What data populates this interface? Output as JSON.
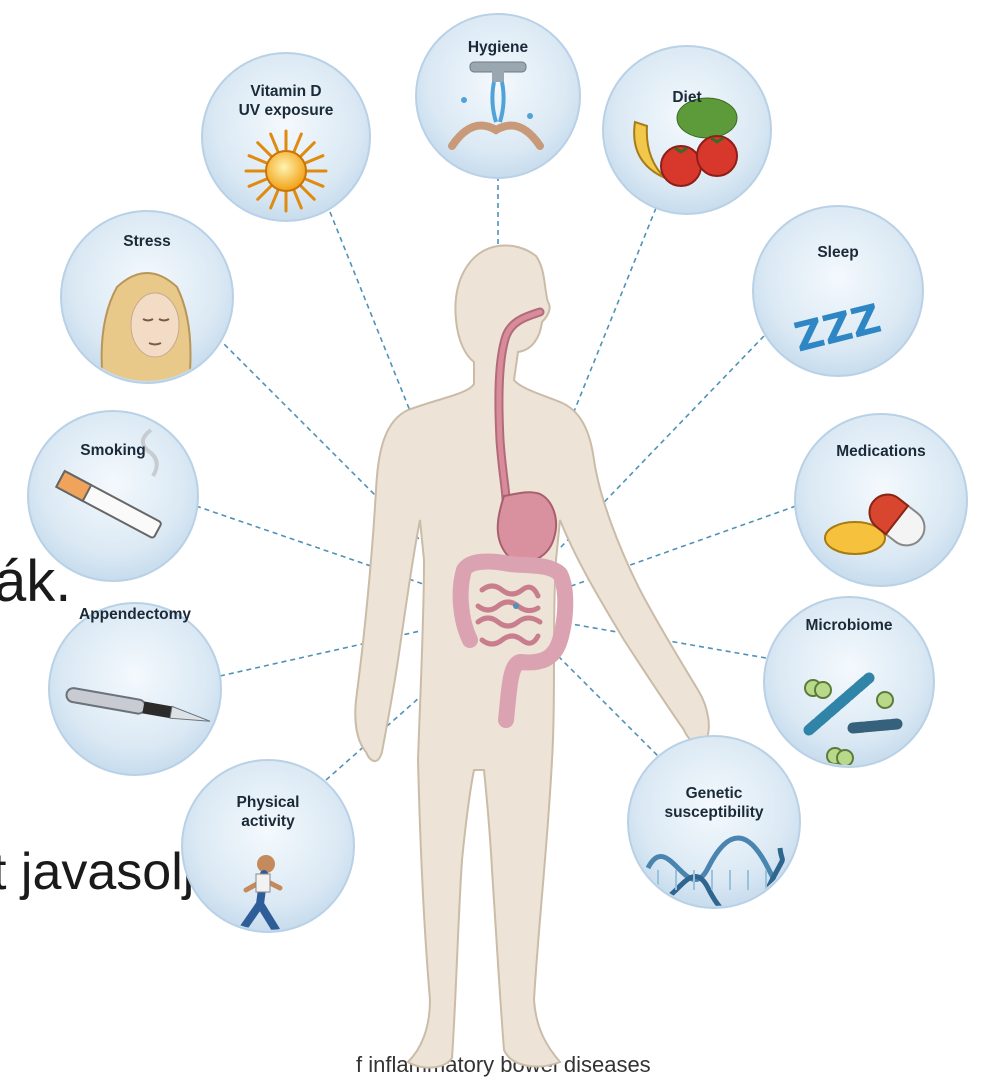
{
  "background_text": {
    "line1": "ák.",
    "line2": "t javasolják.",
    "line3": "f inflammatory bowel diseases"
  },
  "colors": {
    "circle_fill": "#dbe9f4",
    "circle_edge": "#b9d1e6",
    "body_fill": "#ede3d6",
    "body_edge": "#cbbca8",
    "gut_fill": "#e3a8b5",
    "connector": "#4f91b8"
  },
  "factors": [
    {
      "id": "hygiene",
      "lines": [
        "Hygiene"
      ],
      "icon": "faucet-hands-icon"
    },
    {
      "id": "diet",
      "lines": [
        "Diet"
      ],
      "icon": "fruit-vegetables-icon"
    },
    {
      "id": "vitamin-d",
      "lines": [
        "Vitamin D",
        "UV exposure"
      ],
      "icon": "sun-icon"
    },
    {
      "id": "sleep",
      "lines": [
        "Sleep"
      ],
      "icon": "zzz-icon"
    },
    {
      "id": "stress",
      "lines": [
        "Stress"
      ],
      "icon": "woman-face-icon"
    },
    {
      "id": "medications",
      "lines": [
        "Medications"
      ],
      "icon": "pill-capsule-icon"
    },
    {
      "id": "smoking",
      "lines": [
        "Smoking"
      ],
      "icon": "cigarette-icon"
    },
    {
      "id": "microbiome",
      "lines": [
        "Microbiome"
      ],
      "icon": "bacteria-icon"
    },
    {
      "id": "appendectomy",
      "lines": [
        "Appendectomy"
      ],
      "icon": "scalpel-icon"
    },
    {
      "id": "genetic",
      "lines": [
        "Genetic",
        "susceptibility"
      ],
      "icon": "dna-helix-icon"
    },
    {
      "id": "physical-activity",
      "lines": [
        "Physical",
        "activity"
      ],
      "icon": "runner-icon"
    }
  ],
  "sleep_icon_text": "ZZZ"
}
